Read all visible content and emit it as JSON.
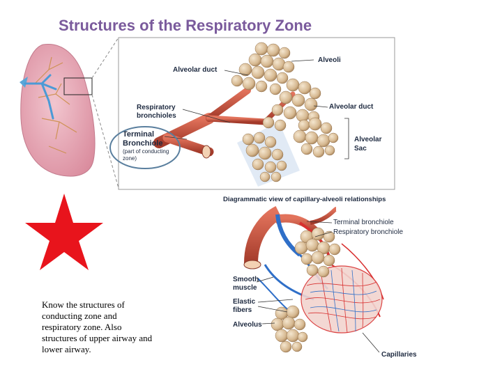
{
  "title": "Structures of the Respiratory Zone",
  "top_figure": {
    "labels": {
      "alveoli": "Alveoli",
      "alveolar_duct_top": "Alveolar duct",
      "respiratory_bronchioles_1": "Respiratory",
      "respiratory_bronchioles_2": "bronchioles",
      "alveolar_duct_right": "Alveolar duct",
      "terminal_1": "Terminal",
      "terminal_2": "Bronchiole",
      "terminal_note_1": "(part of conducting",
      "terminal_note_2": "zone)",
      "alveolar_sac_1": "Alveolar",
      "alveolar_sac_2": "Sac"
    }
  },
  "bottom_figure": {
    "caption": "Diagrammatic view of capillary-alveoli relationships",
    "labels": {
      "terminal_bronchiole": "Terminal bronchiole",
      "respiratory_bronchiole": "Respiratory  bronchiole",
      "smooth_1": "Smooth",
      "smooth_2": "muscle",
      "elastic_1": "Elastic",
      "elastic_2": "fibers",
      "alveolus": "Alveolus",
      "capillaries": "Capillaries"
    }
  },
  "note": {
    "text": "Know the structures of conducting zone and respiratory zone. Also structures of  upper airway and lower airway."
  },
  "colors": {
    "title": "#7a5a9c",
    "star": "#e8141c",
    "alveoli": "#d8bd98",
    "bronchiole": "#c8503c",
    "vein": "#2f6fc8",
    "artery": "#d83030",
    "lung": "#e6a0b0",
    "circle": "#5a7f9e"
  }
}
